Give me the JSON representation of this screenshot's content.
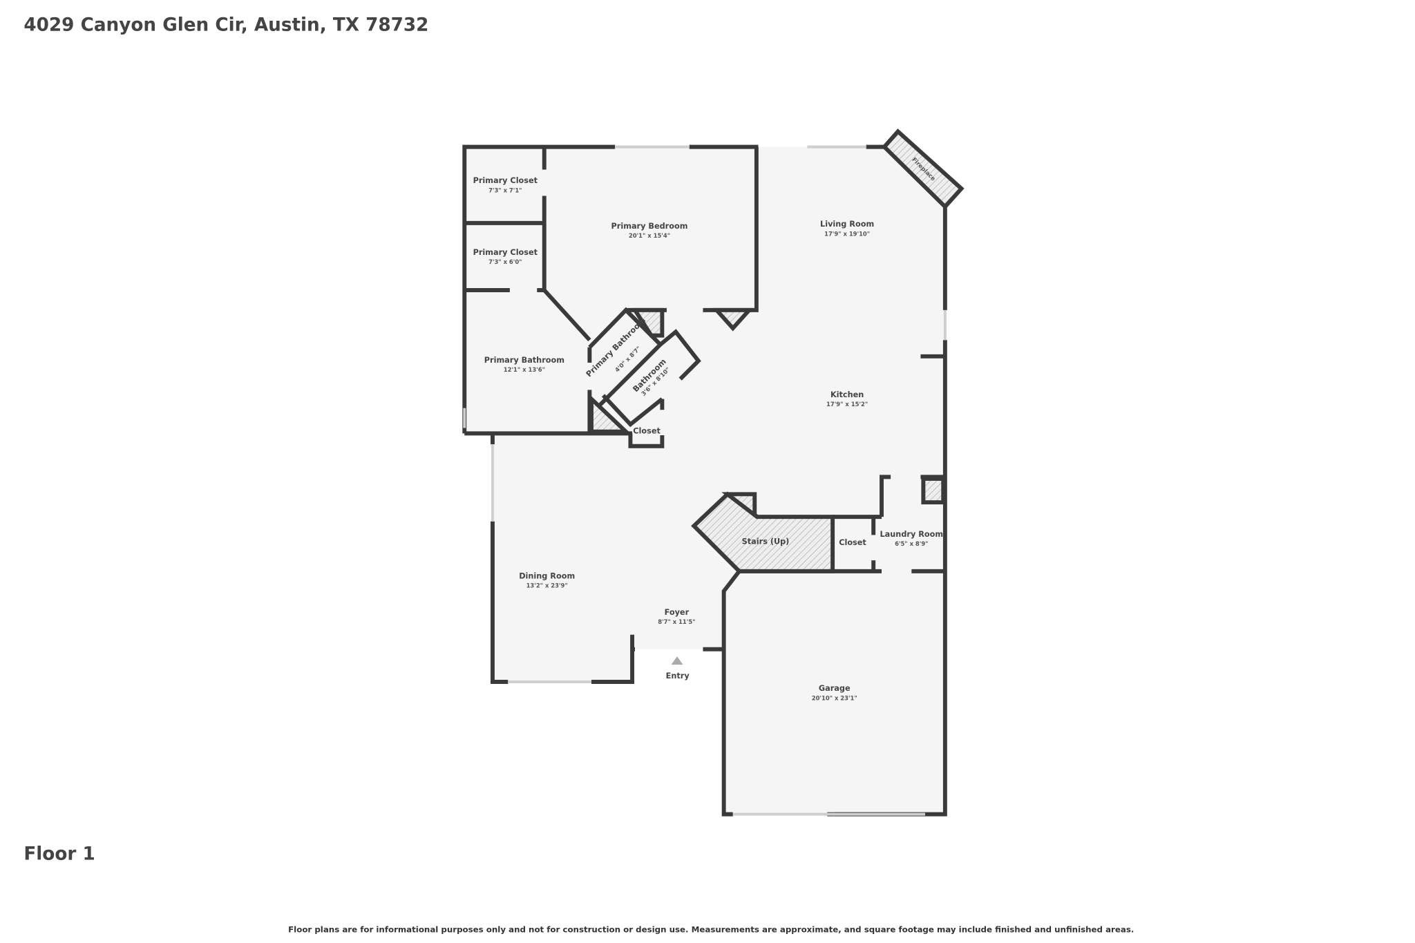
{
  "header": {
    "address": "4029 Canyon Glen Cir, Austin, TX 78732"
  },
  "floor_label": "Floor 1",
  "disclaimer": "Floor plans are for informational purposes only and not for construction or design use. Measurements are approximate, and square footage may include finished and unfinished areas.",
  "entry_label": "Entry",
  "fireplace_label": "Fireplace",
  "colors": {
    "wall": "#3a3a3a",
    "floor": "#f5f5f5",
    "text": "#444444"
  },
  "rooms": [
    {
      "name": "Primary Closet",
      "dims": "7'3\" x 7'1\""
    },
    {
      "name": "Primary Closet",
      "dims": "7'3\" x 6'0\""
    },
    {
      "name": "Primary Bedroom",
      "dims": "20'1\" x 15'4\""
    },
    {
      "name": "Living Room",
      "dims": "17'9\" x 19'10\""
    },
    {
      "name": "Primary Bathroom",
      "dims": "12'1\" x 13'6\""
    },
    {
      "name": "Primary Bathroom",
      "dims": "4'0\" x 8'7\""
    },
    {
      "name": "Bathroom",
      "dims": "3'6\" x 8'10\""
    },
    {
      "name": "Kitchen",
      "dims": "17'9\" x 15'2\""
    },
    {
      "name": "Closet"
    },
    {
      "name": "Stairs (Up)"
    },
    {
      "name": "Closet"
    },
    {
      "name": "Laundry Room",
      "dims": "6'5\" x 8'9\""
    },
    {
      "name": "Dining Room",
      "dims": "13'2\" x 23'9\""
    },
    {
      "name": "Foyer",
      "dims": "8'7\" x 11'5\""
    },
    {
      "name": "Garage",
      "dims": "20'10\" x 23'1\""
    }
  ]
}
